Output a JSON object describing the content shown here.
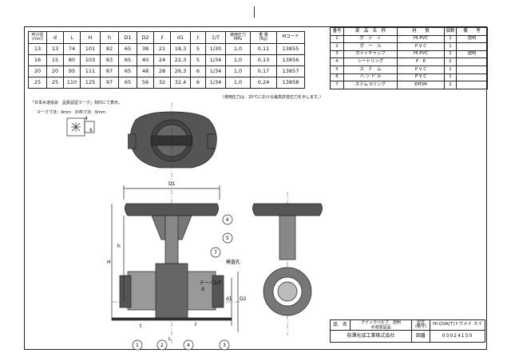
{
  "dimension_table": {
    "headers": [
      "呼び径\n(mm)",
      "d",
      "L",
      "H",
      "h",
      "D1",
      "D2",
      "ℓ",
      "d1",
      "t",
      "1/T",
      "使用圧力\nMPa",
      "重 量\n(Kg)",
      "Mコード"
    ],
    "rows": [
      [
        "13",
        "13",
        "74",
        "101",
        "82",
        "65",
        "38",
        "21",
        "18,3",
        "5",
        "1/30",
        "1,0",
        "0,11",
        "13855"
      ],
      [
        "16",
        "15",
        "80",
        "103",
        "83",
        "65",
        "40",
        "24",
        "22,3",
        "5",
        "1/34",
        "1,0",
        "0,13",
        "13856"
      ],
      [
        "20",
        "20",
        "95",
        "111",
        "87",
        "65",
        "48",
        "28",
        "26,3",
        "6",
        "1/34",
        "1,0",
        "0,17",
        "13857"
      ],
      [
        "25",
        "25",
        "110",
        "125",
        "97",
        "65",
        "56",
        "32",
        "32,4",
        "6",
        "1/34",
        "1,0",
        "0,24",
        "13858"
      ]
    ],
    "pressure_note": "（使用圧力は、20℃における最高許容圧力を示します。）"
  },
  "parts_table": {
    "headers": [
      "番号",
      "部　品　名　称",
      "材　　質",
      "個数",
      "備　　考"
    ],
    "rows": [
      [
        "1",
        "ボ　デ　ィ",
        "HI-PVC",
        "1",
        "透明"
      ],
      [
        "2",
        "ボ　ー　ル",
        "P V C",
        "1",
        ""
      ],
      [
        "3",
        "ボディキャップ",
        "HI-PVC",
        "1",
        "透明"
      ],
      [
        "4",
        "シートリング",
        "P　E",
        "2",
        ""
      ],
      [
        "5",
        "ス　テ　ム",
        "P V C",
        "1",
        ""
      ],
      [
        "6",
        "ハ ン ド ル",
        "P V C",
        "1",
        ""
      ],
      [
        "7",
        "ステム Oリング",
        "EPDM",
        "2",
        ""
      ]
    ]
  },
  "mark_note": {
    "line1": "「日本水道協会　品質認証マーク」刻印にて表示。",
    "line2": "マーク寸法：4mm　外枠寸法：6mm",
    "dim_a": "4",
    "dim_b": "6"
  },
  "drawing_labels": {
    "D1": "D1",
    "H": "H",
    "h": "h",
    "L": "L",
    "l": "ℓ",
    "t": "t",
    "d": "d",
    "d1": "d1",
    "D2": "D2",
    "taper": "テーパ1/T",
    "inspection": "検査孔",
    "callouts": [
      "1",
      "2",
      "3",
      "4",
      "5",
      "6",
      "7"
    ]
  },
  "title_block": {
    "name_label": "品　名",
    "name_value_1": "クイックバルブ　透明",
    "name_value_2": "水道認証品",
    "model_label": "型式\n(略号)",
    "model_value": "HI-QVA[T]トウメイ スイ",
    "company": "前澤化成工業株式会社",
    "number_label": "図番",
    "number_value": "03024150"
  }
}
